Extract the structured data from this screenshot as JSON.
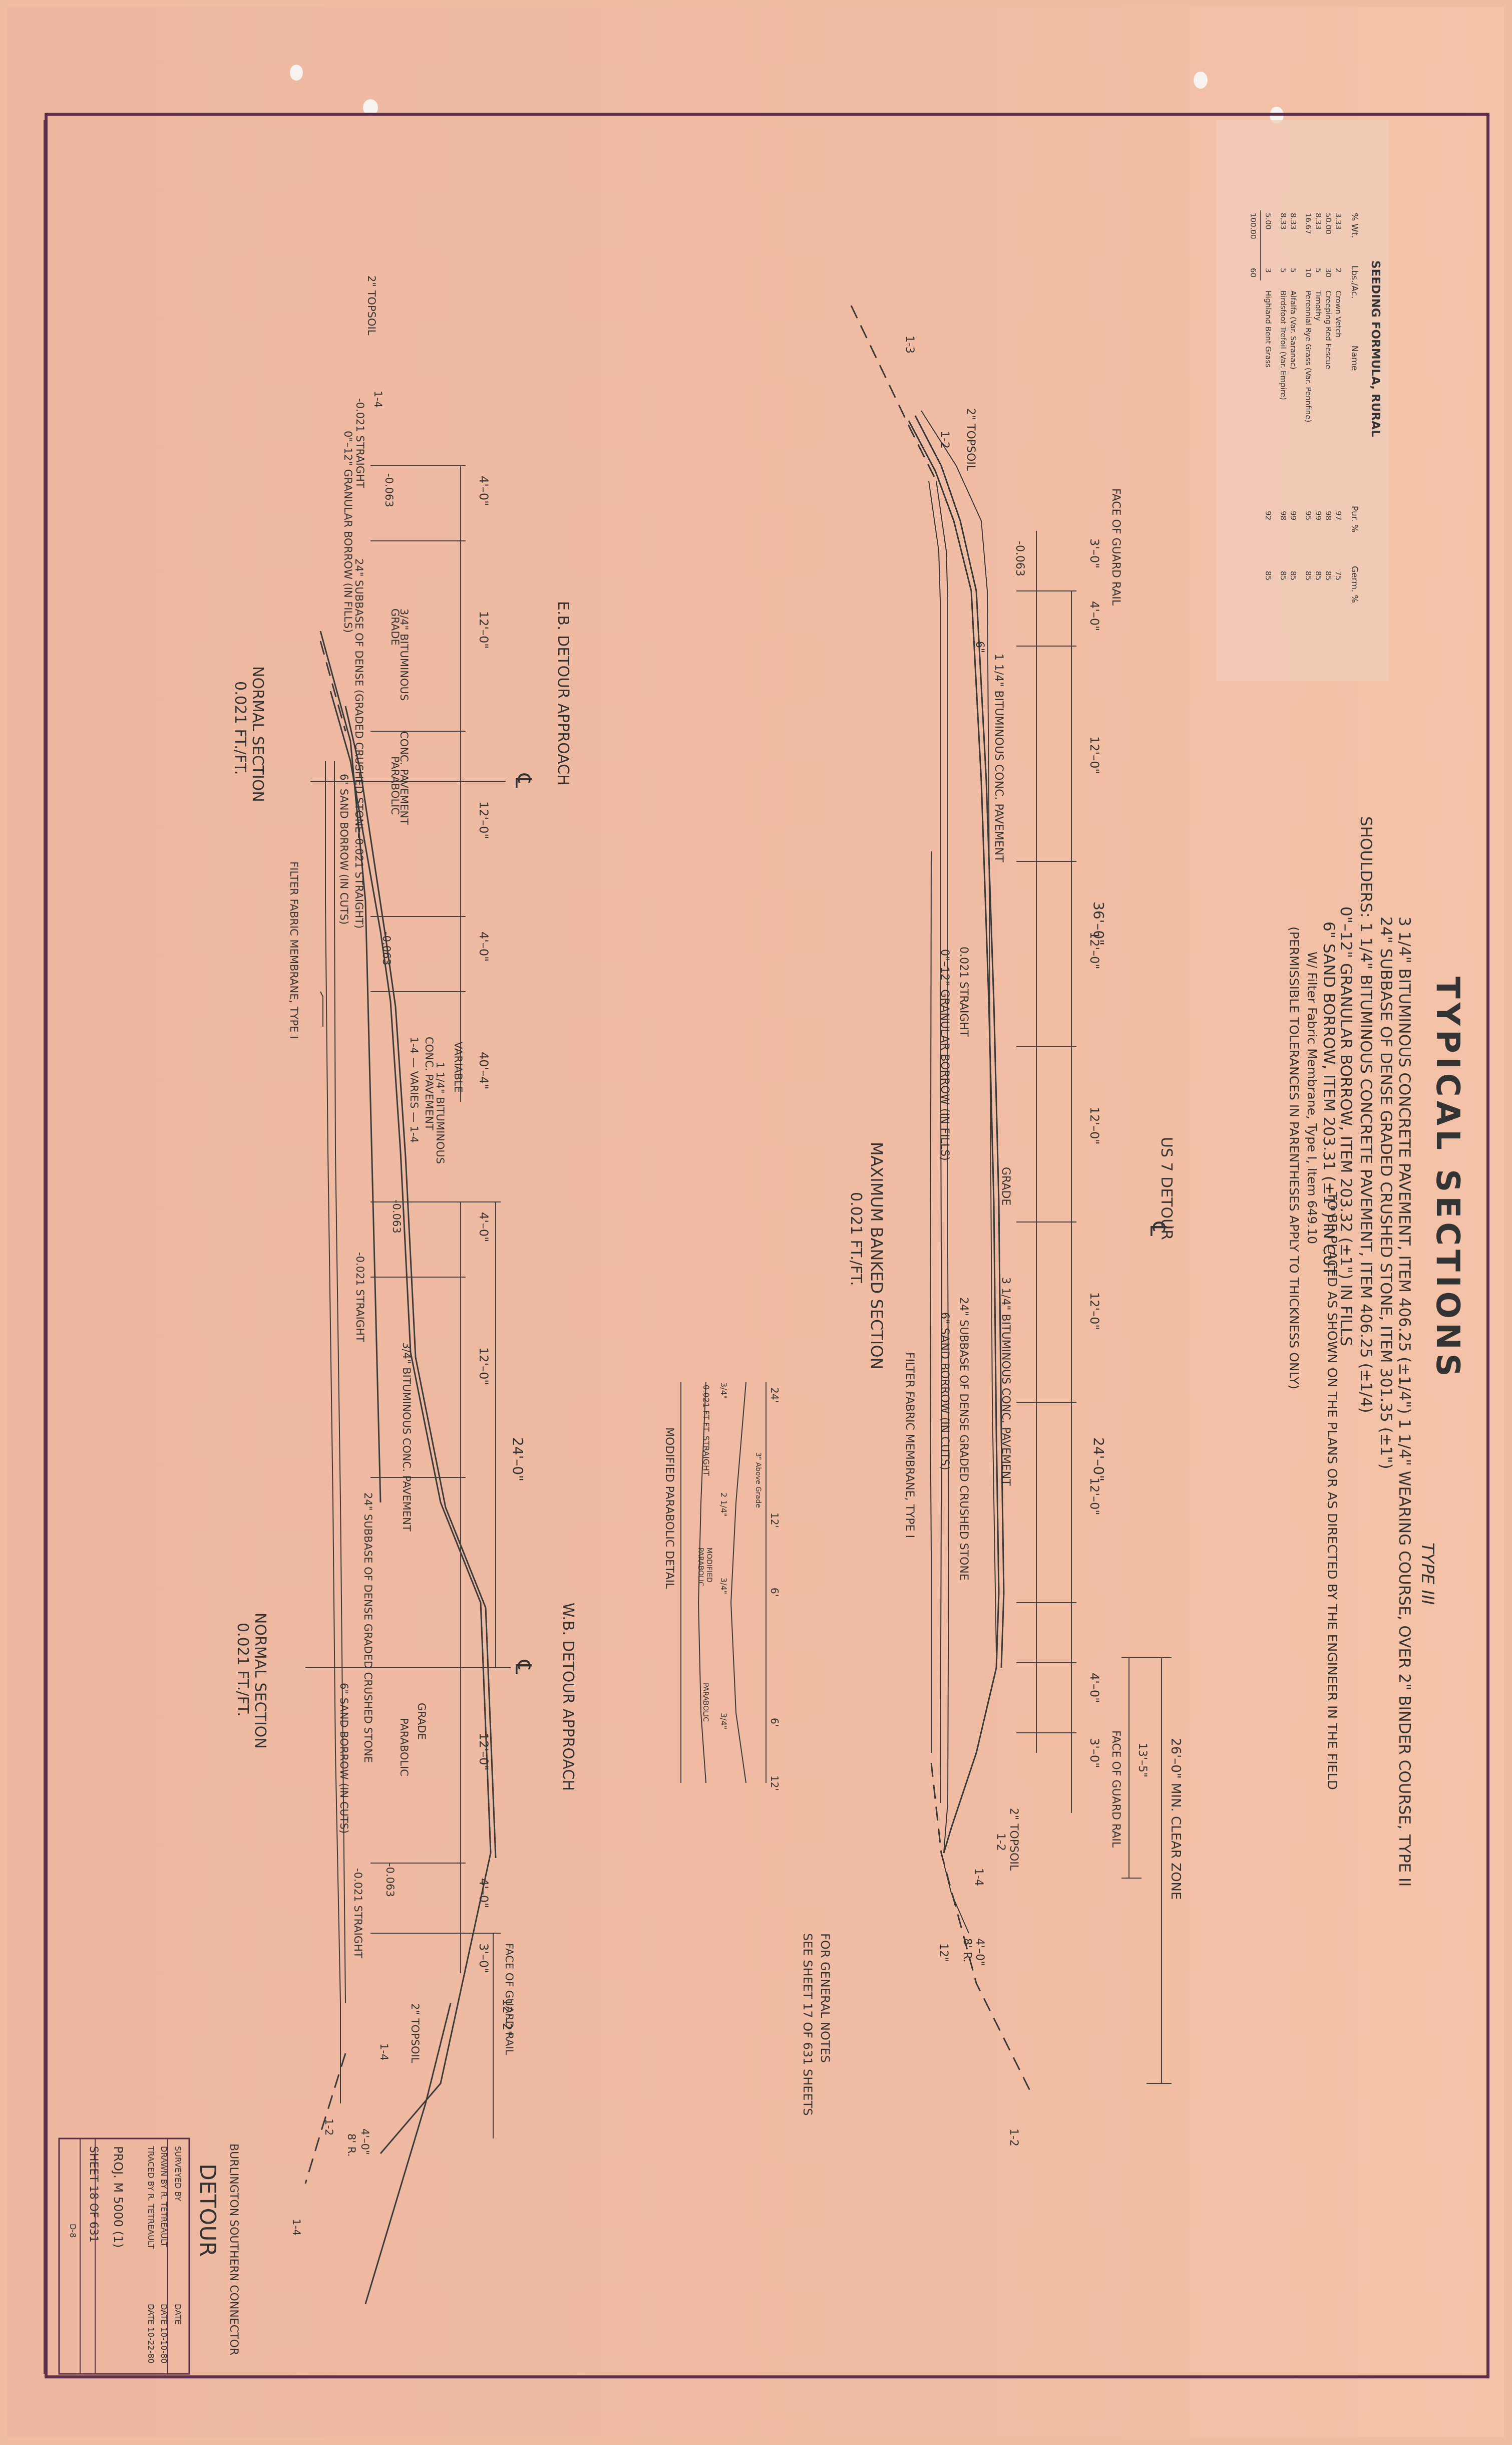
{
  "title": {
    "main": "TYPICAL SECTIONS",
    "type_label": "TYPE III",
    "lines": [
      "3 1/4\" BITUMINOUS CONCRETE PAVEMENT, ITEM 406.25 (±1/4\") 1 1/4\" WEARING COURSE, OVER 2\" BINDER COURSE, TYPE II",
      "24\" SUBBASE OF DENSE GRADED CRUSHED STONE, ITEM 301.35 (±1\")",
      "SHOULDERS: 1 1/4\" BITUMINOUS CONCRETE PAVEMENT, ITEM 406.25 (±1/4)",
      "0\"–12\" GRANULAR BORROW, ITEM 203.32 (±1\") IN FILLS",
      "6\" SAND BORROW, ITEM 203.31 (±1\") IN CUT",
      "W/ Filter Fabric Membrane, Type I, Item 649.10",
      "TO BE PLACED AS SHOWN ON THE PLANS OR AS DIRECTED BY THE ENGINEER IN THE FIELD",
      "(PERMISSIBLE TOLERANCES IN PARENTHESES APPLY TO THICKNESS ONLY)"
    ]
  },
  "seeding": {
    "heading": "SEEDING FORMULA, RURAL",
    "columns": [
      "% Wt.",
      "Lbs./Ac.",
      "Name",
      "Pur. %",
      "Germ. %"
    ],
    "rows": [
      [
        "3.33",
        "2",
        "Crown Vetch",
        "97",
        "75"
      ],
      [
        "50.00",
        "30",
        "Creeping Red Fescue",
        "98",
        "85"
      ],
      [
        "8.33",
        "5",
        "Timothy",
        "99",
        "85"
      ],
      [
        "16.67",
        "10",
        "Perennial Rye Grass (Var. Pennfine)",
        "95",
        "85"
      ],
      [
        "8.33",
        "5",
        "Alfalfa (Var. Saranac)",
        "99",
        "85"
      ],
      [
        "8.33",
        "5",
        "Birdsfoot Trefoil (Var. Empire)",
        "98",
        "85"
      ],
      [
        "5.00",
        "3",
        "Highland Bent Grass",
        "92",
        "85"
      ]
    ],
    "totals": [
      "100.00",
      "60"
    ]
  },
  "sections": {
    "top": {
      "title": "MAXIMUM BANKED SECTION",
      "subtitle": "0.021 FT./FT.",
      "centerline": "US 7 DETOUR",
      "centerline_symbol": "℄",
      "labels": {
        "guard_rail_left": "FACE OF GUARD RAIL",
        "guard_rail_right": "FACE OF GUARD RAIL",
        "topsoil_left": "2\" TOPSOIL",
        "topsoil_right": "2\" TOPSOIL",
        "slope_13": "1-3",
        "slope_12_left": "1-2",
        "slope_12_right": "1-2",
        "slope_14": "1-4",
        "slope_12_far": "1-2",
        "slope_063": "-0.063",
        "six_inch": "6\"",
        "shoulder_pave": "1 1/4\" BITUMINOUS CONC. PAVEMENT",
        "straight": "0.021 STRAIGHT",
        "granular": "0\"–12\" GRANULAR BORROW (IN FILLS)",
        "grade": "GRADE",
        "bit_pave": "3 1/4\" BITUMINOUS CONC. PAVEMENT",
        "subbase": "24\" SUBBASE OF DENSE GRADED CRUSHED STONE",
        "sand_borrow": "6\" SAND BORROW (IN CUTS)",
        "filter": "FILTER FABRIC MEMBRANE, TYPE I",
        "clear_zone": "26'–0\" MIN. CLEAR ZONE",
        "dim_13_5": "13'–5\"",
        "round": "4'–0\"",
        "round_r": "8' R.",
        "twelve_in": "12\""
      },
      "dims": [
        "3'–0\"",
        "4'–0\"",
        "12'–0\"",
        "12'–0\"",
        "12'–0\"",
        "12'–0\"",
        "12'–0\"",
        "4'–0\"",
        "3'–0\""
      ],
      "dim_36": "36'–0\"",
      "dim_24": "24'–0\""
    },
    "eb": {
      "title": "E.B. DETOUR APPROACH",
      "section_title": "NORMAL SECTION",
      "subtitle": "0.021 FT./FT.",
      "labels": {
        "topsoil": "2\" TOPSOIL",
        "slope14": "1-4",
        "straight": "-0.021 STRAIGHT",
        "granular": "0\"–12\" GRANULAR BORROW (IN FILLS)",
        "subbase": "24\" SUBBASE OF DENSE (GRADED CRUSHED STONE–0.021 STRAIGHT)",
        "sand": "6\" SAND BORROW (IN CUTS)",
        "bit": "3/4\" BITUMINOUS",
        "grade": "GRADE",
        "conc_pave": "CONC. PAVEMENT",
        "parabolic": "PARABOLIC",
        "filter": "FILTER FABRIC MEMBRANE, TYPE I",
        "slope_063_a": "-0.063",
        "slope_063_b": "-0.063"
      },
      "dims": [
        "4'–0\"",
        "12'–0\"",
        "12'–0\"",
        "4'–0\""
      ]
    },
    "median": {
      "variable": "VARIABLE",
      "dim": "40'–4\"",
      "varies": "1-4 — VARIES — 1-4",
      "bit": "1 1/4\" BITUMINOUS",
      "conc": "CONC. PAVEMENT"
    },
    "wb": {
      "title": "W.B. DETOUR APPROACH",
      "section_title": "NORMAL SECTION",
      "subtitle": "0.021 FT./FT.",
      "labels": {
        "straight_a": "-0.021 STRAIGHT",
        "bit": "3/4\" BITUMINOUS CONC. PAVEMENT",
        "subbase": "24\" SUBBASE OF DENSE GRADED CRUSHED STONE",
        "sand": "6\" SAND BORROW (IN CUTS)",
        "grade": "GRADE",
        "parabolic": "PARABOLIC",
        "straight_b": "-0.021 STRAIGHT",
        "topsoil": "2\" TOPSOIL",
        "slope14": "1-4",
        "slope14b": "1-4",
        "slope12": "1-2",
        "guard": "FACE OF GUARD RAIL",
        "r": "8' R.",
        "round": "4'–0\"",
        "slope_063_a": "-0.063",
        "slope_063_b": "-0.063"
      },
      "dims": [
        "4'–0\"",
        "12'–0\"",
        "12'–0\"",
        "4'–0\"",
        "3'–0\""
      ],
      "dim_24": "24'–0\"",
      "dim_12_2": "12'–2\""
    }
  },
  "detail": {
    "title": "MODIFIED PARABOLIC DETAIL",
    "labels": [
      "3/4\"",
      "0.021 FT FT. STRAIGHT",
      "2 1/4\"",
      "MODIFIED",
      "PARABOLIC",
      "3/4\"",
      "PARABOLIC",
      "3/4\"",
      "3\" Above Grade"
    ],
    "dims": [
      "24'",
      "12'",
      "6'",
      "6'",
      "12'"
    ]
  },
  "notes": {
    "line1": "FOR GENERAL NOTES",
    "line2": "SEE SHEET 17 OF 631 SHEETS"
  },
  "title_block": {
    "project": "BURLINGTON SOUTHERN CONNECTOR",
    "name": "DETOUR",
    "surveyed": "SURVEYED BY",
    "drawn": "DRAWN BY R. TETREAULT",
    "traced": "TRACED BY R. TETREAULT",
    "date1": "DATE",
    "date2": "DATE 10-10-80",
    "date3": "DATE 10-22-80",
    "proj": "PROJ. M 5000 (1)",
    "sheet": "SHEET 18 OF 631",
    "code": "D-8"
  }
}
